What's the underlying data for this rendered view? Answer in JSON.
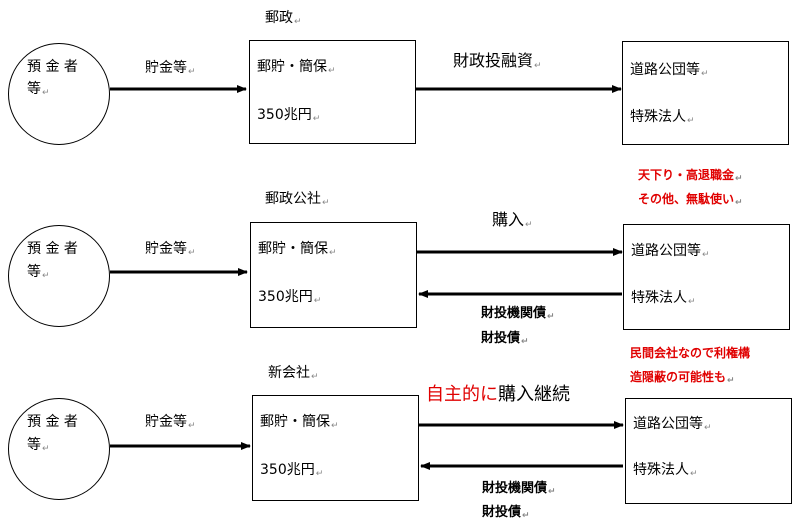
{
  "cr_mark": "↵",
  "rows": [
    {
      "title": "郵政",
      "circle_line1": "預 金 者",
      "circle_line2": "等",
      "left_label": "貯金等",
      "center_line1": "郵貯・簡保",
      "center_line2": "350兆円",
      "mid_label": "財政投融資",
      "right_line1": "道路公団等",
      "right_line2": "特殊法人"
    },
    {
      "title": "郵政公社",
      "circle_line1": "預 金 者",
      "circle_line2": "等",
      "left_label": "貯金等",
      "center_line1": "郵貯・簡保",
      "center_line2": "350兆円",
      "mid_label": "購入",
      "right_line1": "道路公団等",
      "right_line2": "特殊法人",
      "return_line1": "財投機関債",
      "return_line2": "財投債",
      "note_line1": "天下り・高退職金",
      "note_line2": "その他、無駄使い"
    },
    {
      "title": "新会社",
      "circle_line1": "預 金 者",
      "circle_line2": "等",
      "left_label": "貯金等",
      "center_line1": "郵貯・簡保",
      "center_line2": "350兆円",
      "mid_label_red": "自主的に",
      "mid_label_black": "購入継続",
      "right_line1": "道路公団等",
      "right_line2": "特殊法人",
      "return_line1": "財投機関債",
      "return_line2": "財投債",
      "note_line1": "民間会社なので利権構",
      "note_line2": "造隠蔽の可能性も"
    }
  ]
}
